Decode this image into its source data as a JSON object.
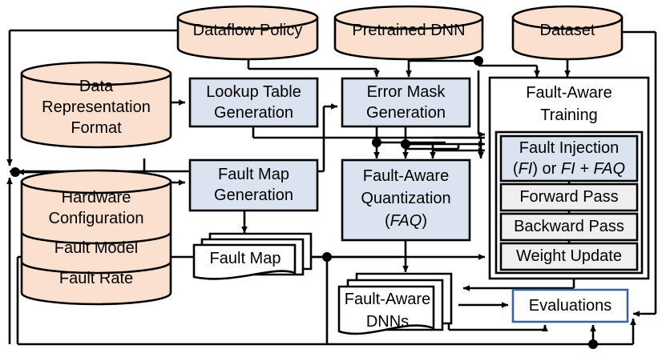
{
  "diagram": {
    "title": "Fault-Aware Training Framework Flow",
    "colors": {
      "cylinder_fill": "#fbe0d0",
      "process_fill": "#dce3f0",
      "step_fill": "#efefef",
      "plain_fill": "#ffffff",
      "stroke": "#000000",
      "eval_stroke": "#3a66a8"
    },
    "nodes": {
      "dataflow_policy": {
        "label": "Dataflow Policy",
        "shape": "cylinder"
      },
      "pretrained_dnn": {
        "label": "Pretrained DNN",
        "shape": "cylinder"
      },
      "dataset": {
        "label": "Dataset",
        "shape": "cylinder"
      },
      "data_representation_format": {
        "label": "Data\nRepresentation\nFormat",
        "shape": "cylinder"
      },
      "hardware_configuration": {
        "label": "Hardware\nConfiguration",
        "shape": "cylinder"
      },
      "fault_model": {
        "label": "Fault Model",
        "shape": "cylinder-section"
      },
      "fault_rate": {
        "label": "Fault Rate",
        "shape": "cylinder-section"
      },
      "lookup_table_generation": {
        "label": "Lookup Table\nGeneration",
        "shape": "process"
      },
      "error_mask_generation": {
        "label": "Error Mask\nGeneration",
        "shape": "process"
      },
      "fault_map_generation": {
        "label": "Fault Map\nGeneration",
        "shape": "process"
      },
      "fault_aware_quantization": {
        "label": "Fault-Aware\nQuantization\n(FAQ)",
        "shape": "process"
      },
      "fault_aware_training": {
        "label": "Fault-Aware\nTraining",
        "shape": "container"
      },
      "fault_injection": {
        "label": "Fault Injection\n(FI) or FI + FAQ",
        "shape": "process"
      },
      "forward_pass": {
        "label": "Forward Pass",
        "shape": "step"
      },
      "backward_pass": {
        "label": "Backward Pass",
        "shape": "step"
      },
      "weight_update": {
        "label": "Weight Update",
        "shape": "step"
      },
      "fault_map": {
        "label": "Fault Map",
        "shape": "document-stack"
      },
      "fault_aware_dnns": {
        "label": "Fault-Aware\nDNNs",
        "shape": "document-stack"
      },
      "evaluations": {
        "label": "Evaluations",
        "shape": "box-outlined"
      }
    },
    "node_text": {
      "dataflow_policy": "Dataflow Policy",
      "pretrained_dnn": "Pretrained DNN",
      "dataset": "Dataset",
      "drf_line1": "Data",
      "drf_line2": "Representation",
      "drf_line3": "Format",
      "hw_line1": "Hardware",
      "hw_line2": "Configuration",
      "fault_model": "Fault Model",
      "fault_rate": "Fault Rate",
      "ltg_line1": "Lookup Table",
      "ltg_line2": "Generation",
      "emg_line1": "Error Mask",
      "emg_line2": "Generation",
      "fmg_line1": "Fault Map",
      "fmg_line2": "Generation",
      "faq_line1": "Fault-Aware",
      "faq_line2": "Quantization",
      "faq_line3": "(FAQ)",
      "fat_line1": "Fault-Aware",
      "fat_line2": "Training",
      "fi_line1": "Fault Injection",
      "fi_line2_a": "(",
      "fi_line2_fi": "FI",
      "fi_line2_b": ") or ",
      "fi_line2_c": "FI + FAQ",
      "forward_pass": "Forward Pass",
      "backward_pass": "Backward Pass",
      "weight_update": "Weight Update",
      "fault_map": "Fault Map",
      "fad_line1": "Fault-Aware",
      "fad_line2": "DNNs",
      "evaluations": "Evaluations"
    }
  }
}
